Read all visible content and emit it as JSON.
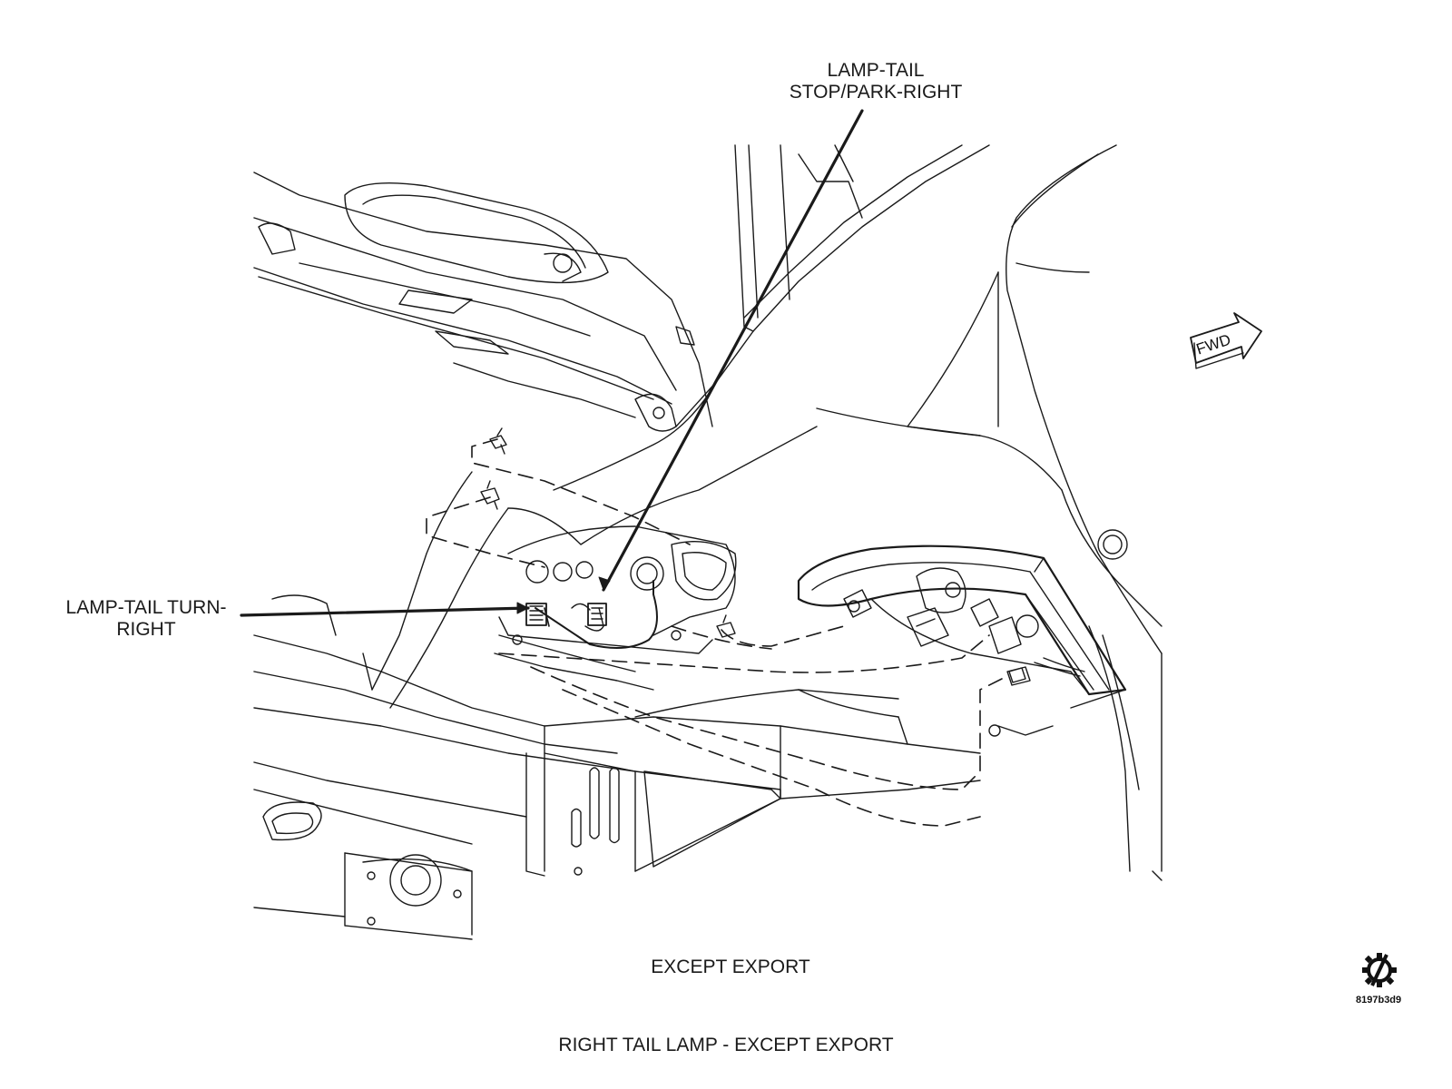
{
  "labels": {
    "stop_park": [
      "LAMP-TAIL",
      "STOP/PARK-RIGHT"
    ],
    "turn": [
      "LAMP-TAIL TURN-",
      "RIGHT"
    ],
    "caption": "EXCEPT EXPORT",
    "title": "RIGHT TAIL LAMP  - EXCEPT EXPORT",
    "direction": "FWD",
    "reference": "8197b3d9"
  },
  "icons": {
    "forward_arrow": "fwd-arrow-icon",
    "brand_mark": "gear-logo-icon"
  },
  "colors": {
    "line": "#1a1a1a",
    "background": "#ffffff"
  }
}
